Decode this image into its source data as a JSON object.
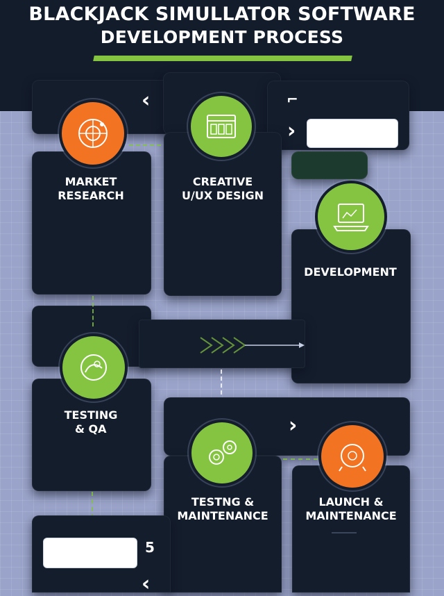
{
  "title": {
    "line1": "BLACKJACK SIMULLATOR SOFTWARE",
    "line2": "DEVELOPMENT PROCESS"
  },
  "steps": [
    {
      "line1": "MARKET",
      "line2": "RESEARCH",
      "icon": "roulette-wheel-icon",
      "color": "#f27322"
    },
    {
      "line1": "CREATIVE",
      "line2": "U/UX DESIGN",
      "icon": "ui-layout-icon",
      "color": "#84c441"
    },
    {
      "line1": "DEVELOPMENT",
      "line2": "",
      "icon": "laptop-code-icon",
      "color": "#84c441"
    },
    {
      "line1": "TESTING",
      "line2": "& QA",
      "icon": "testing-gear-icon",
      "color": "#84c441"
    },
    {
      "line1": "TESTNG &",
      "line2": "MAINTENANCE",
      "icon": "gears-icon",
      "color": "#84c441"
    },
    {
      "line1": "LAUNCH &",
      "line2": "MAINTENANCE",
      "icon": "launch-cog-icon",
      "color": "#f27322"
    }
  ],
  "misc": {
    "step_number": "5",
    "corner_glyph": "⌐"
  },
  "colors": {
    "accent": "#84c441",
    "highlight": "#f27322",
    "panel": "#141d2c"
  }
}
